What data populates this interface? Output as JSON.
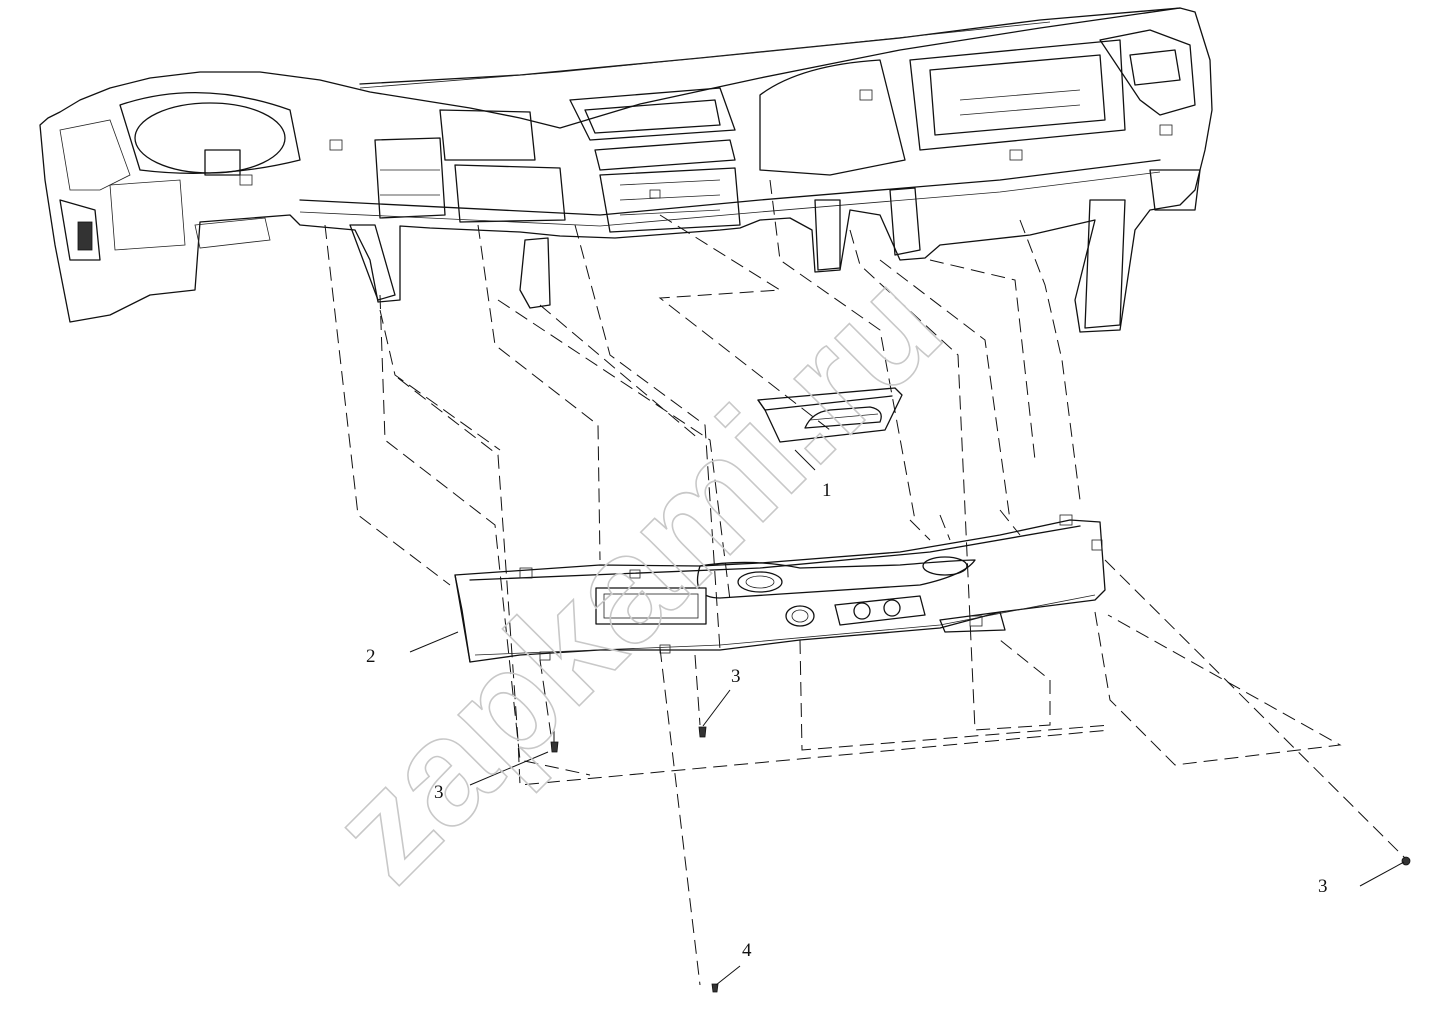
{
  "watermark": "zapkami.ru",
  "callouts": [
    {
      "id": "1",
      "label": "1"
    },
    {
      "id": "2",
      "label": "2"
    },
    {
      "id": "3a",
      "label": "3"
    },
    {
      "id": "3b",
      "label": "3"
    },
    {
      "id": "3c",
      "label": "3"
    },
    {
      "id": "4",
      "label": "4"
    }
  ]
}
